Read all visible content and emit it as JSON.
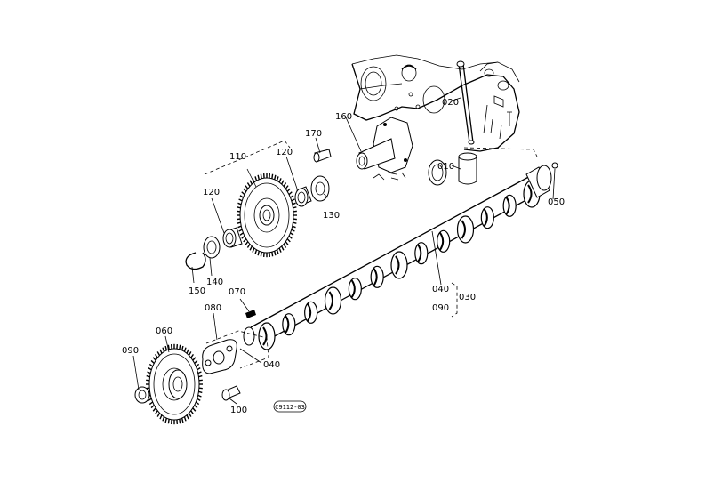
{
  "labels": {
    "p010": "010",
    "p020": "020",
    "p030": "030",
    "p040a": "040",
    "p040b": "040",
    "p050": "050",
    "p060": "060",
    "p070": "070",
    "p080": "080",
    "p090a": "090",
    "p090b": "090",
    "p100": "100",
    "p110": "110",
    "p120a": "120",
    "p120b": "120",
    "p130": "130",
    "p140": "140",
    "p150": "150",
    "p160": "160",
    "p170": "170"
  },
  "stamp": "C9112-03",
  "colors": {
    "ink": "#000000",
    "paper": "#ffffff"
  }
}
